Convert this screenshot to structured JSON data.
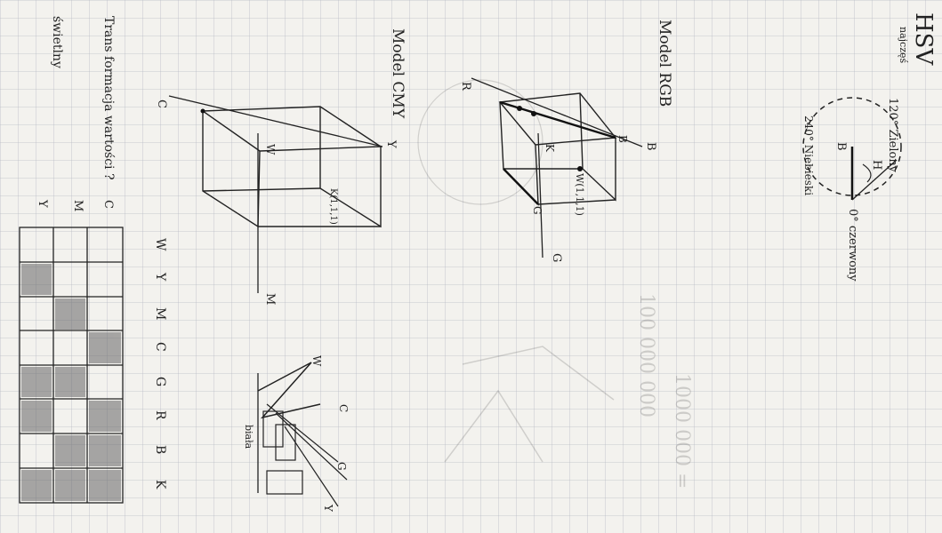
{
  "page": {
    "hsv_title": "HSV",
    "hsv_hue_note": "najczęś",
    "hsv_120_label": "120° Zielony",
    "hsv_240_label": "240° Niebieski",
    "hsv_0_label": "0° czerwony",
    "hsv_b_label": "B",
    "hsv_h_label": "H",
    "rgb_title": "Model RGB",
    "rgb_r_axis": "R",
    "rgb_b_axis": "B",
    "rgb_g_axis": "G",
    "rgb_w_label": "W(1,1,1)",
    "rgb_k_label": "K",
    "rgb_g_corner": "G",
    "rgb_b_corner": "B",
    "cmy_title": "Model CMY",
    "cmy_c_axis": "C",
    "cmy_y_axis": "Y",
    "cmy_m_axis": "M",
    "cmy_w_label": "W",
    "cmy_k_label": "K(1,1,1)",
    "table_heading": "Trans formacja wartości ?",
    "table_heading_2": "świetlny",
    "row_c": "C",
    "row_m": "M",
    "row_y": "Y",
    "col_labels": [
      "W",
      "Y",
      "M",
      "C",
      "G",
      "R",
      "B",
      "K"
    ],
    "filter_label_w": "W",
    "filter_label_c": "C",
    "filter_label_g": "G",
    "filter_label_y": "Y",
    "filter_caption": "biała",
    "faint_numbers": "100 000 000",
    "faint_numbers_2": "1000 000 ="
  }
}
